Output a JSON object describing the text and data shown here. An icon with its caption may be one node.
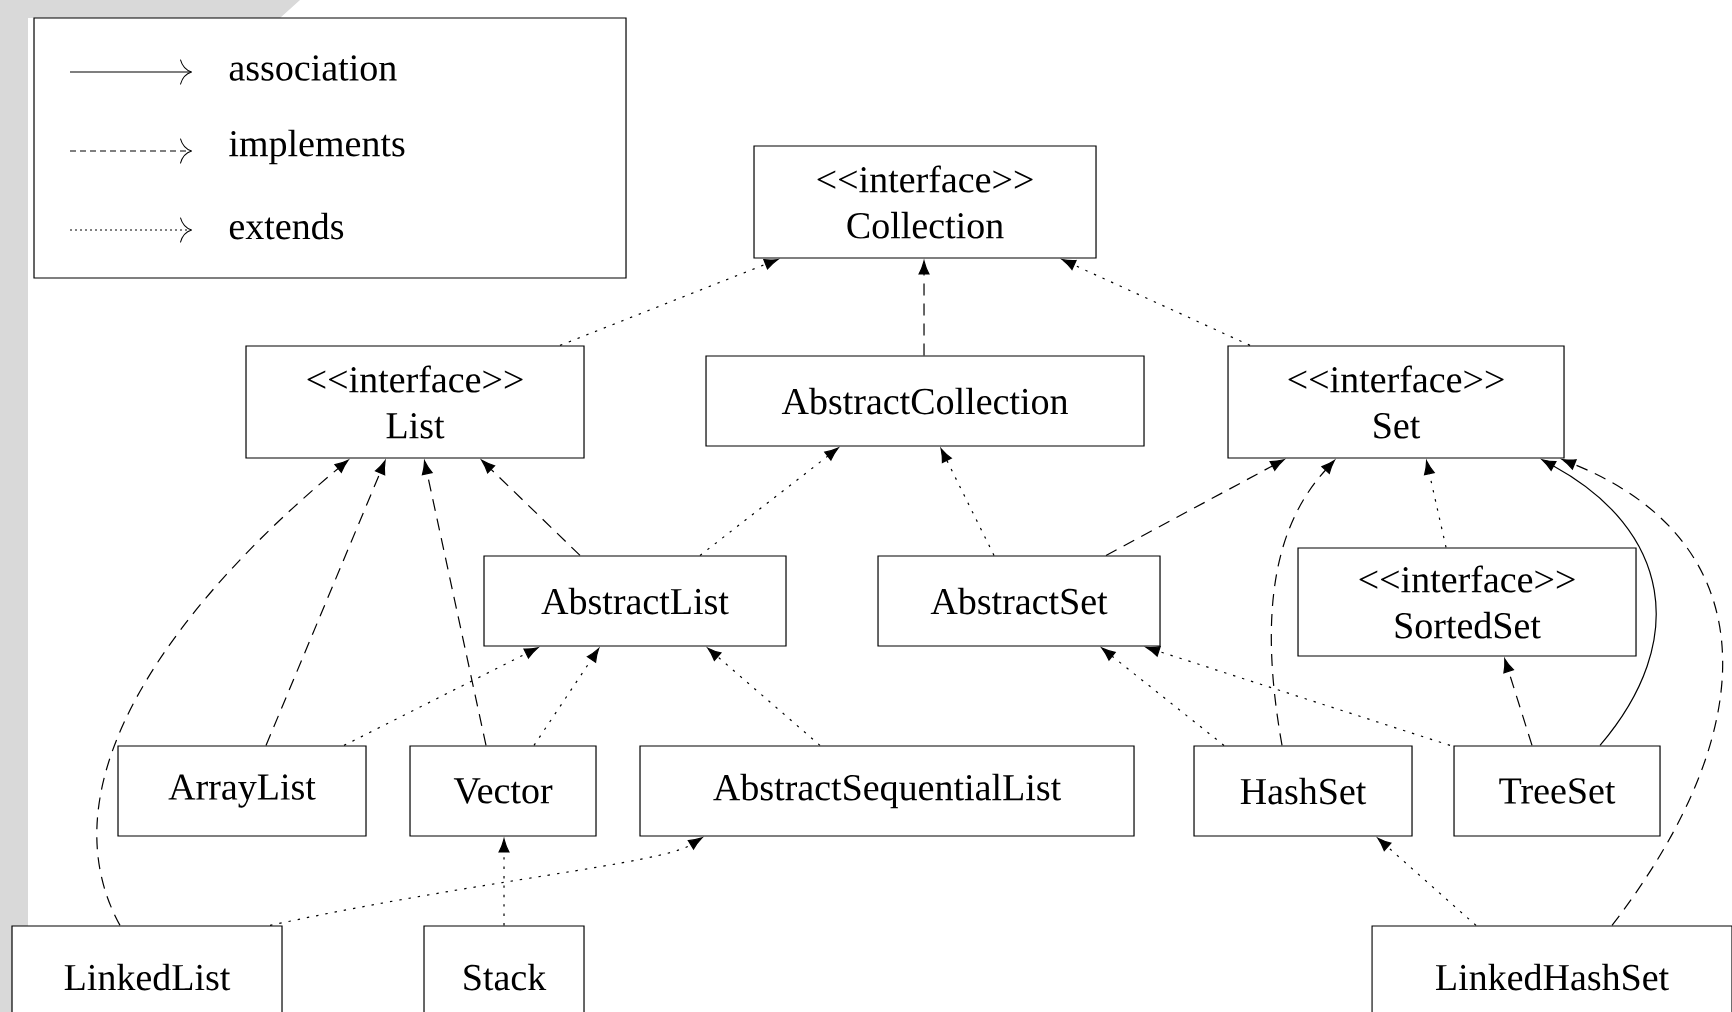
{
  "diagram": {
    "nodes": [
      {
        "text": [
          "<<interface>>",
          "Collection"
        ]
      },
      {
        "text": [
          "<<interface>>",
          "List"
        ]
      },
      {
        "text": [
          "AbstractCollection"
        ]
      },
      {
        "text": [
          "<<interface>>",
          "Set"
        ]
      },
      {
        "text": [
          "AbstractList"
        ]
      },
      {
        "text": [
          "AbstractSet"
        ]
      },
      {
        "text": [
          "<<interface>>",
          "SortedSet"
        ]
      },
      {
        "text": [
          "ArrayList"
        ]
      },
      {
        "text": [
          "Vector"
        ]
      },
      {
        "text": [
          "AbstractSequentialList"
        ]
      },
      {
        "text": [
          "HashSet"
        ]
      },
      {
        "text": [
          "TreeSet"
        ]
      },
      {
        "text": [
          "LinkedList"
        ]
      },
      {
        "text": [
          "Stack"
        ]
      },
      {
        "text": [
          "LinkedHashSet"
        ]
      }
    ],
    "edges": [
      {
        "from": 1,
        "to": 0,
        "arrow": "to",
        "style": "dashed"
      },
      {
        "from": 2,
        "to": 0,
        "arrow": "to",
        "style": "dashed"
      },
      {
        "from": 3,
        "to": 0,
        "arrow": "to",
        "style": "dashed"
      },
      {
        "from": 4,
        "to": 1,
        "arrow": "to",
        "style": "dashed"
      },
      {
        "from": 4,
        "to": 2,
        "arrow": "to",
        "style": "dashed"
      },
      {
        "from": 5,
        "to": 2,
        "arrow": "to",
        "style": "dashed"
      },
      {
        "from": 5,
        "to": 3,
        "arrow": "to",
        "style": "dashed"
      },
      {
        "from": 10,
        "to": 3,
        "arrow": "to",
        "style": "dashed"
      },
      {
        "from": 6,
        "to": 3,
        "arrow": "to",
        "style": "dashed"
      },
      {
        "from": 11,
        "to": 3,
        "arrow": "to"
      },
      {
        "from": 14,
        "to": 3,
        "arrow": "to",
        "style": "dashed"
      },
      {
        "from": 11,
        "to": 6,
        "arrow": "to",
        "style": "dashed"
      },
      {
        "from": 7,
        "to": 1,
        "arrow": "to",
        "style": "dashed"
      },
      {
        "from": 7,
        "to": 4,
        "arrow": "to",
        "style": "dashed"
      },
      {
        "from": 8,
        "to": 1,
        "arrow": "to",
        "style": "dashed"
      },
      {
        "from": 8,
        "to": 4,
        "arrow": "to",
        "style": "dashed"
      },
      {
        "from": 9,
        "to": 4,
        "arrow": "to",
        "style": "dashed"
      },
      {
        "from": 10,
        "to": 5,
        "arrow": "to",
        "style": "dashed"
      },
      {
        "from": 11,
        "to": 5,
        "arrow": "to",
        "style": "dashed"
      },
      {
        "from": 12,
        "to": 1,
        "arrow": "to",
        "style": "dashed"
      },
      {
        "from": 12,
        "to": 9,
        "arrow": "to",
        "style": "dashed"
      },
      {
        "from": 13,
        "to": 8,
        "arrow": "to",
        "style": "dashed"
      },
      {
        "from": 14,
        "to": 10,
        "arrow": "to",
        "style": "dashed"
      }
    ],
    "legend": [
      {
        "text": "association"
      },
      {
        "text": "implements"
      },
      {
        "text": "extends"
      }
    ]
  }
}
